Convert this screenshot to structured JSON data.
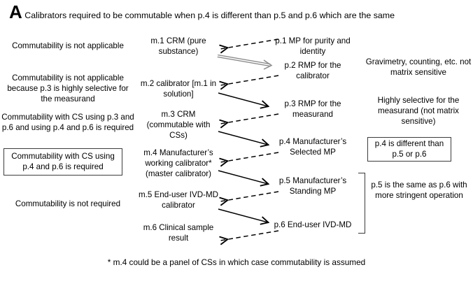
{
  "panel": {
    "letter": "A",
    "title": "Calibrators required to be commutable when p.4 is different than p.5 and p.6 which are the same"
  },
  "footnote": {
    "text": "* m.4 could be a panel of CSs in which case commutability is assumed"
  },
  "commutability_column": {
    "items": [
      {
        "id": "c1",
        "text": "Commutability is not applicable",
        "boxed": false
      },
      {
        "id": "c2",
        "text": "Commutability is not applicable because p.3 is highly selective for the measurand",
        "boxed": false
      },
      {
        "id": "c3",
        "text": "Commutability with CS using p.3 and p.6  and using p.4 and p.6 is required",
        "boxed": false
      },
      {
        "id": "c4",
        "text": "Commutability with CS using p.4 and p.6 is required",
        "boxed": true
      },
      {
        "id": "c5",
        "text": "Commutability is not required",
        "boxed": false
      }
    ]
  },
  "material_column": {
    "items": [
      {
        "id": "m1",
        "text": "m.1 CRM (pure substance)"
      },
      {
        "id": "m2",
        "text": "m.2 calibrator [m.1 in solution]"
      },
      {
        "id": "m3",
        "text": "m.3 CRM (commutable with CSs)"
      },
      {
        "id": "m4",
        "text": "m.4 Manufacturer’s working calibrator* (master calibrator)"
      },
      {
        "id": "m5",
        "text": "m.5 End-user IVD-MD calibrator"
      },
      {
        "id": "m6",
        "text": "m.6 Clinical sample result"
      }
    ]
  },
  "procedure_column": {
    "items": [
      {
        "id": "p1",
        "text": "p.1 MP for purity and  identity"
      },
      {
        "id": "p2",
        "text": "p.2 RMP for the calibrator"
      },
      {
        "id": "p3",
        "text": "p.3 RMP for the measurand"
      },
      {
        "id": "p4",
        "text": "p.4 Manufacturer’s Selected MP"
      },
      {
        "id": "p5",
        "text": "p.5 Manufacturer’s Standing MP"
      },
      {
        "id": "p6",
        "text": "p.6 End-user IVD-MD"
      }
    ]
  },
  "annotation_column": {
    "items": [
      {
        "id": "a1",
        "text": "Gravimetry, counting, etc. not matrix sensitive",
        "boxed": false
      },
      {
        "id": "a2",
        "text": "Highly selective for the measurand (not matrix sensitive)",
        "boxed": false
      },
      {
        "id": "a3",
        "text": "p.4 is different than p.5 or p.6",
        "boxed": true
      },
      {
        "id": "a4",
        "text": "p.5 is the same as p.6 with more stringent operation",
        "boxed": false
      }
    ]
  },
  "arrows": {
    "style_notes": {
      "dashed": "assignment from procedure to material (points left)",
      "solid": "material feeds into next procedure (points right)",
      "double": "m.1 value transferred to p.2 (double-stroke line)"
    },
    "colors": {
      "stroke": "#000000",
      "double_stroke": "#8c8c8c",
      "box_border": "#3c3c3c"
    }
  }
}
